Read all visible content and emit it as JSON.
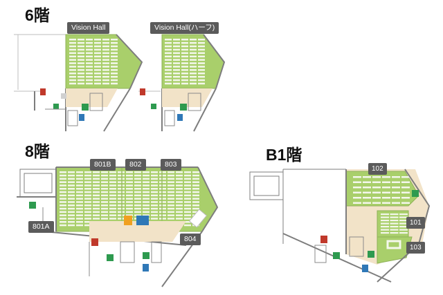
{
  "floors": {
    "f6": {
      "title": "6階",
      "rooms": {
        "vision_hall": "Vision Hall",
        "vision_hall_half": "Vision Hall(ハーフ)"
      }
    },
    "f8": {
      "title": "8階",
      "rooms": {
        "r801a": "801A",
        "r801b": "801B",
        "r802": "802",
        "r803": "803",
        "r804": "804"
      }
    },
    "b1": {
      "title": "B1階",
      "rooms": {
        "r101": "101",
        "r102": "102",
        "r103": "103"
      }
    }
  },
  "colors": {
    "room_green": "#a9cf6b",
    "seat_white": "#f4f7ec",
    "corridor_beige": "#f2e3c8",
    "wall_gray": "#7d7d7d",
    "label_bg": "#5b5b5b",
    "wc_blue": "#2f78b7",
    "wc_red": "#c0392b",
    "exit_green": "#2e9a4f",
    "accent_orange": "#f0a020"
  },
  "icons": [
    "restroom-female-icon",
    "restroom-male-icon",
    "restroom-multipurpose-icon",
    "emergency-exit-icon",
    "elevator-icon"
  ]
}
